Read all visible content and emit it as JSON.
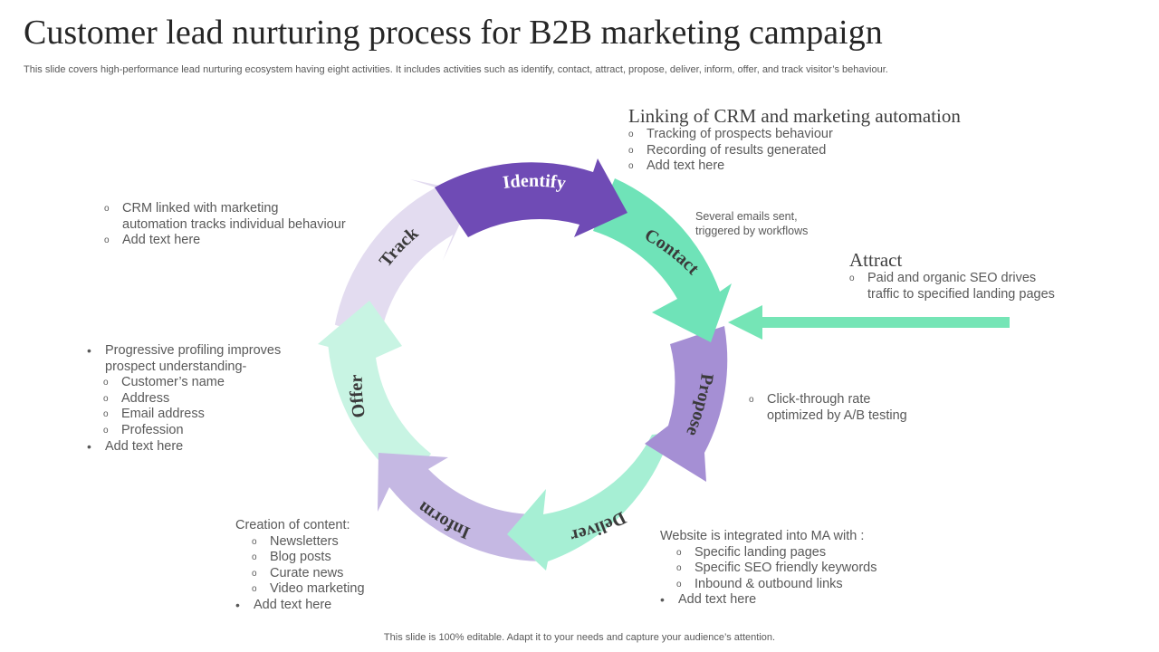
{
  "title": "Customer lead nurturing process for B2B marketing campaign",
  "subtitle": "This slide covers high-performance lead nurturing ecosystem having eight activities. It includes activities such as identify, contact, attract, propose, deliver, inform, offer, and track visitor’s behaviour.",
  "footer": "This slide is 100% editable. Adapt it to your needs and capture your audience’s attention.",
  "colors": {
    "identify": "#6f4bb5",
    "contact": "#6fe3b8",
    "propose": "#a58fd4",
    "deliver": "#a6efd4",
    "inform": "#c5b8e3",
    "offer": "#c8f4e3",
    "track": "#e3dcf0",
    "attract_arrow": "#75e5b6"
  },
  "segments": {
    "identify": "Identify",
    "contact": "Contact",
    "propose": "Propose",
    "deliver": "Deliver",
    "inform": "Inform",
    "offer": "Offer",
    "track": "Track"
  },
  "blocks": {
    "crm": {
      "heading": "Linking of CRM and marketing automation",
      "items": [
        "Tracking of prospects behaviour",
        "Recording of results generated",
        "Add text here"
      ]
    },
    "contact_note": {
      "lines": [
        "Several  emails sent,",
        "triggered  by workflows"
      ]
    },
    "attract": {
      "heading": "Attract",
      "line1": "Paid and organic SEO drives",
      "line2": "traffic to specified landing pages"
    },
    "propose_note": {
      "line1": "Click-through rate",
      "line2": "optimized by A/B testing"
    },
    "deliver_note": {
      "intro": "Website is integrated into MA with :",
      "items": [
        "Specific landing pages",
        "Specific SEO friendly keywords",
        "Inbound & outbound links"
      ],
      "extra": "Add text here"
    },
    "inform_note": {
      "intro": "Creation of content:",
      "items": [
        "Newsletters",
        "Blog posts",
        "Curate news",
        "Video marketing"
      ],
      "extra": "Add text here"
    },
    "offer_note": {
      "point_line1": "Progressive profiling improves",
      "point_line2": "prospect understanding-",
      "items": [
        "Customer’s name",
        "Address",
        "Email address",
        "Profession"
      ],
      "extra": "Add text here"
    },
    "track_note": {
      "line1": "CRM linked with marketing",
      "line2": "automation tracks individual  behaviour",
      "extra": "Add text here"
    }
  }
}
